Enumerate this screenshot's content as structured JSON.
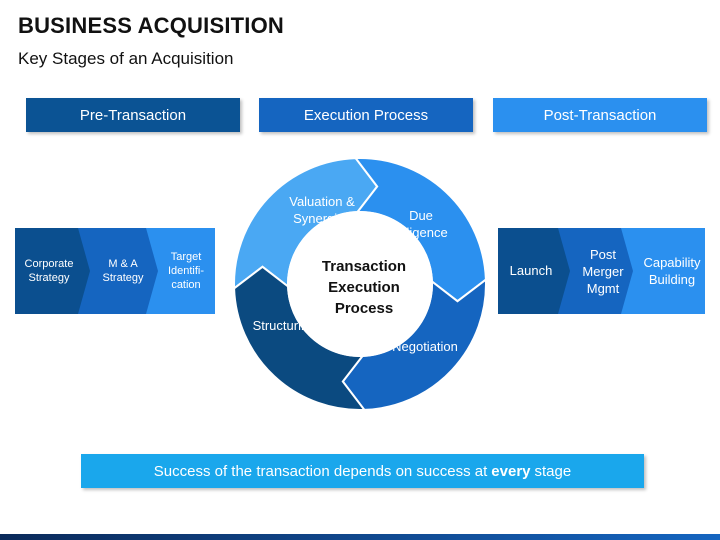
{
  "header": {
    "title": "BUSINESS ACQUISITION",
    "subtitle": "Key Stages of an Acquisition"
  },
  "phases": [
    {
      "label": "Pre-Transaction",
      "color": "#0b5394"
    },
    {
      "label": "Execution Process",
      "color": "#1565c0"
    },
    {
      "label": "Post-Transaction",
      "color": "#2b90ef"
    }
  ],
  "pre_transaction_steps": [
    {
      "label": "Corporate\nStrategy",
      "color": "#0b4f8f"
    },
    {
      "label": "M & A\nStrategy",
      "color": "#1565c0"
    },
    {
      "label": "Target\nIdentifi-\ncation",
      "color": "#2b90ef"
    }
  ],
  "post_transaction_steps": [
    {
      "label": "Launch",
      "color": "#0b4f8f"
    },
    {
      "label": "Post\nMerger\nMgmt",
      "color": "#1565c0"
    },
    {
      "label": "Capability\nBuilding",
      "color": "#2b90ef"
    }
  ],
  "cycle": {
    "center_label": "Transaction\nExecution\nProcess",
    "segments": [
      {
        "label_lines": [
          "Valuation &",
          "Synergies"
        ],
        "color": "#4aa8f3"
      },
      {
        "label_lines": [
          "Due",
          "Diligence"
        ],
        "color": "#2b90ef"
      },
      {
        "label_lines": [
          "Negotiation"
        ],
        "color": "#1565c0"
      },
      {
        "label_lines": [
          "Structuring"
        ],
        "color": "#0b4a80"
      }
    ]
  },
  "footer": {
    "prefix": "Success of the transaction depends on success at",
    "emphasis": "every",
    "suffix": "stage"
  }
}
